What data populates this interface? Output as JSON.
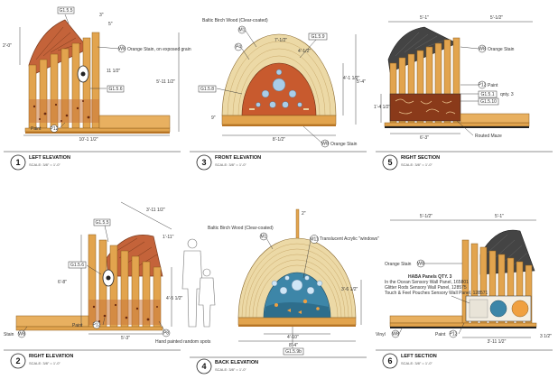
{
  "panels": [
    {
      "number": "1",
      "title": "LEFT ELEVATION",
      "scale": "SCALE: 3/8\" = 1'-0\"",
      "tags": [
        "G1.5.5",
        "W8",
        "G1.5.6",
        "P12"
      ],
      "labels": [
        "Orange Stain, on exposed grain",
        "Paint"
      ],
      "dims": [
        "3\"",
        "5\"",
        "2'-0\"",
        "11 1/2\"",
        "5'-11 1/2\"",
        "10'-1 1/2\""
      ]
    },
    {
      "number": "3",
      "title": "FRONT ELEVATION",
      "scale": "SCALE: 3/8\" = 1'-0\"",
      "tags": [
        "M1",
        "P4",
        "G1.5.8",
        "G1.5.9",
        "W8"
      ],
      "labels": [
        "Baltic Birch Wood (Clear-coated)",
        "Orange Stain"
      ],
      "dims": [
        "7'-1/2\"",
        "4'-1/2\"",
        "4'-1 1/2\"",
        "5'-4\"",
        "9\"",
        "8'-1/2\""
      ]
    },
    {
      "number": "5",
      "title": "RIGHT SECTION",
      "scale": "SCALE: 3/8\" = 1'-0\"",
      "tags": [
        "W8",
        "P12",
        "G1.5.1",
        "G1.5.10"
      ],
      "labels": [
        "Orange Stain",
        "Paint",
        "qnty. 3",
        "Routed Maze"
      ],
      "dims": [
        "5'-1\"",
        "5'-1/2\"",
        "1'-4 1/2\"",
        "6'-3\""
      ]
    },
    {
      "number": "2",
      "title": "RIGHT ELEVATION",
      "scale": "SCALE: 3/8\" = 1'-0\"",
      "tags": [
        "G1.5.5",
        "G1.5.6",
        "P12",
        "W8",
        "P8"
      ],
      "labels": [
        "Stain",
        "Paint",
        "Hand painted random spots"
      ],
      "dims": [
        "3'-11 1/2\"",
        "1'-11\"",
        "6'-8\"",
        "4'-5 1/2\"",
        "5'-3\""
      ]
    },
    {
      "number": "4",
      "title": "BACK ELEVATION",
      "scale": "SCALE: 3/8\" = 1'-0\"",
      "tags": [
        "M1",
        "M11",
        "G1.5.9b"
      ],
      "labels": [
        "Baltic Birch Wood (Clear-coated)",
        "Translucent Acrylic \"windows\""
      ],
      "dims": [
        "2\"",
        "3'-6 1/2\"",
        "4'-10\"",
        "8'-4\""
      ]
    },
    {
      "number": "6",
      "title": "LEFT SECTION",
      "scale": "SCALE: 3/8\" = 1'-0\"",
      "tags": [
        "W8",
        "W8",
        "P12"
      ],
      "labels": [
        "Orange Stain",
        "Vinyl",
        "Paint",
        "HABA Panels QTY. 3",
        "In the Ocean Sensory Wall Panel, 165801",
        "Glitter Rods Sensory Wall Panel, 128575",
        "Touch & Feel Pouches Sensory Wall Panel, 128571"
      ],
      "dims": [
        "5'-1/2\"",
        "5'-1\"",
        "3'-11 1/2\"",
        "3 1/2\""
      ]
    }
  ],
  "colors": {
    "wood": "#e2a44e",
    "wood_dark": "#b87424",
    "orange_stain": "#d2703a",
    "terracotta": "#c85a2e",
    "dark_shell": "#444444",
    "birch": "#ecd9a6",
    "blue_window": "#9cc6e6",
    "ocean": "#3d86a8"
  }
}
